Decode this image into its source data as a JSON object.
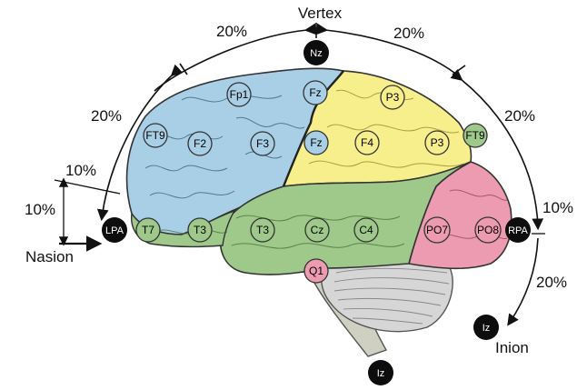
{
  "labels": {
    "vertex": "Vertex",
    "nasion": "Nasion",
    "inion": "Inion"
  },
  "percentages": {
    "top_left": "20%",
    "top_right": "20%",
    "left_upper": "20%",
    "right_upper": "20%",
    "left_mid": "10%",
    "left_low": "10%",
    "right_mid": "10%",
    "right_low": "20%"
  },
  "landmarks": {
    "nz": "Nz",
    "lpa": "LPA",
    "rpa": "RPA",
    "iz_back": "Iz",
    "iz_bottom": "Iz"
  },
  "electrodes": {
    "fp1": "Fp1",
    "fz_top": "Fz",
    "p3_top": "P3",
    "ft9_left": "FT9",
    "f2": "F2",
    "f3": "F3",
    "fz_mid": "Fz",
    "f4": "F4",
    "p3_mid": "P3",
    "ft9_right": "FT9",
    "t7": "T7",
    "t3_left": "T3",
    "t3_mid": "T3",
    "cz": "Cz",
    "c4": "C4",
    "po7": "PO7",
    "po8": "PO8",
    "q1": "Q1"
  },
  "colors": {
    "frontal": "#a9cfe6",
    "parietal": "#f6ef8c",
    "temporal": "#9fc98a",
    "occipital": "#ec9bb0",
    "cerebellum": "#d6d6d6",
    "brainstem": "#cfcfc2",
    "landmark": "#0d0d0d"
  }
}
